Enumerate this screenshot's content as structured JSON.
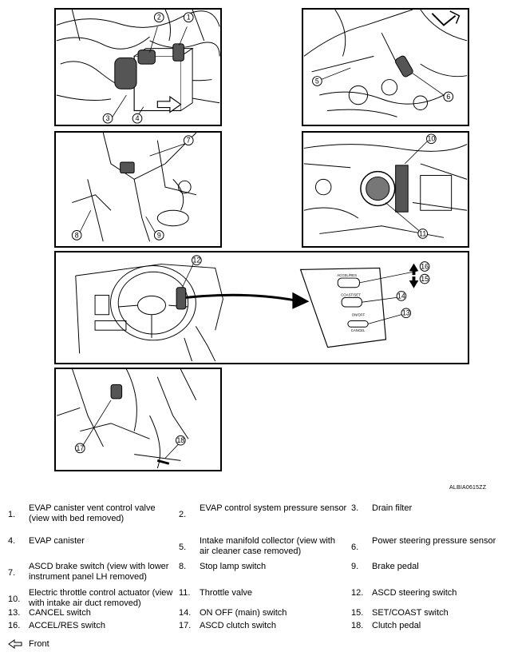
{
  "figure_id": "ALBIA0615ZZ",
  "callouts": [
    "1",
    "2",
    "3",
    "4",
    "5",
    "6",
    "7",
    "8",
    "9",
    "10",
    "11",
    "12",
    "13",
    "14",
    "15",
    "16",
    "17",
    "18"
  ],
  "switch_panel": {
    "accel_res": "ACCEL/RES",
    "coast_set": "COAST/SET",
    "on_off": "ON/OFF",
    "cancel": "CANCEL"
  },
  "legend": [
    {
      "num": "1.",
      "text": "EVAP canister vent control valve (view with bed removed)"
    },
    {
      "num": "2.",
      "text": "EVAP control system pressure sensor"
    },
    {
      "num": "3.",
      "text": "Drain filter"
    },
    {
      "num": "4.",
      "text": "EVAP canister"
    },
    {
      "num": "5.",
      "text": "Intake manifold collector (view with air cleaner case removed)"
    },
    {
      "num": "6.",
      "text": "Power steering pressure sensor"
    },
    {
      "num": "7.",
      "text": "ASCD brake switch (view with lower instrument panel LH removed)"
    },
    {
      "num": "8.",
      "text": "Stop lamp switch"
    },
    {
      "num": "9.",
      "text": "Brake pedal"
    },
    {
      "num": "10.",
      "text": "Electric throttle control actuator (view with intake air duct removed)"
    },
    {
      "num": "11.",
      "text": "Throttle valve"
    },
    {
      "num": "12.",
      "text": "ASCD steering switch"
    },
    {
      "num": "13.",
      "text": "CANCEL switch"
    },
    {
      "num": "14.",
      "text": "ON OFF (main) switch"
    },
    {
      "num": "15.",
      "text": "SET/COAST switch"
    },
    {
      "num": "16.",
      "text": "ACCEL/RES switch"
    },
    {
      "num": "17.",
      "text": "ASCD clutch switch"
    },
    {
      "num": "18.",
      "text": "Clutch pedal"
    }
  ],
  "front_label": "Front",
  "icons": {
    "front": "hollow-arrow-left-icon",
    "move": "double-arrow-icon"
  }
}
